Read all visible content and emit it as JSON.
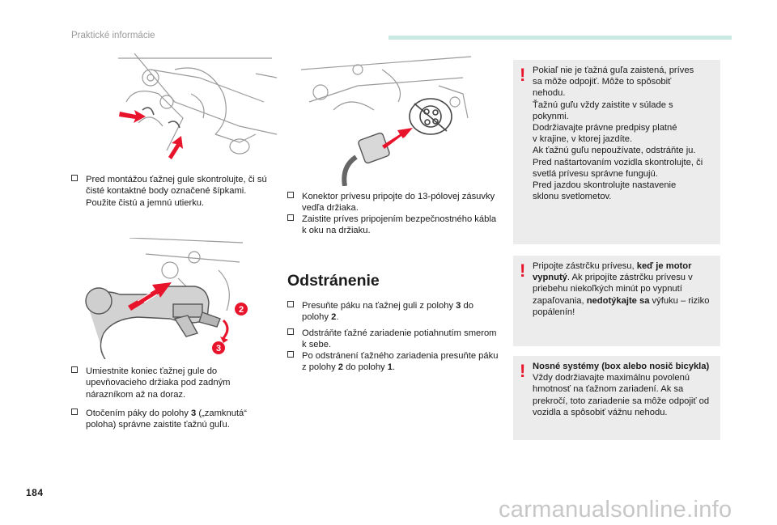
{
  "header": {
    "title": "Praktické informácie"
  },
  "page_number": "184",
  "watermark": "carmanualsonline.info",
  "figure1": {
    "labels": []
  },
  "figure3": {
    "callouts": [
      "2",
      "3"
    ]
  },
  "left_column": {
    "p1": "Pred montážou ťažnej gule skontrolujte, či sú čisté kontaktné body označené šípkami. Použite čistú a jemnú utierku.",
    "p2": "Umiestnite koniec ťažnej gule do upevňovacieho držiaka pod zadným nárazníkom až na doraz.",
    "p3_before": "Otočením páky do polohy ",
    "p3_bold": "3",
    "p3_after": " („zamknutá“ poloha) správne zaistite ťažnú guľu."
  },
  "middle_column": {
    "p1": "Konektor prívesu pripojte do 13-pólovej zásuvky vedľa držiaka.",
    "p2": "Zaistite príves pripojením bezpečnostného kábla k oku na držiaku.",
    "heading": "Odstránenie",
    "p3_before": "Presuňte páku na ťažnej guli z polohy ",
    "p3_b1": "3",
    "p3_mid": " do polohy ",
    "p3_b2": "2",
    "p3_after": ".",
    "p4": "Odstráňte ťažné zariadenie potiahnutím smerom k sebe.",
    "p5_before": "Po odstránení ťažného zariadenia presuňte páku z polohy ",
    "p5_b1": "2",
    "p5_mid": " do polohy ",
    "p5_b2": "1",
    "p5_after": "."
  },
  "warnings": {
    "w1": [
      "Pokiaľ nie je ťažná guľa zaistená, príves",
      "sa môže odpojiť. Môže to spôsobiť",
      "nehodu.",
      "Ťažnú guľu vždy zaistite v súlade s",
      "pokynmi.",
      "Dodržiavajte právne predpisy platné",
      "v krajine, v ktorej jazdíte.",
      "Ak ťažnú guľu nepoužívate, odstráňte ju.",
      "Pred naštartovaním vozidla skontrolujte, či",
      "svetlá prívesu správne fungujú.",
      "Pred jazdou skontrolujte nastavenie",
      "sklonu svetlometov."
    ],
    "w2": {
      "before": "Pripojte zástrčku prívesu, ",
      "bold1": "keď je motor vypnutý",
      "mid": ". Ak pripojíte zástrčku prívesu v priebehu niekoľkých minút po vypnutí zapaľovania, ",
      "bold2": "nedotýkajte sa",
      "after": " výfuku – riziko popálenín!"
    },
    "w3": {
      "title": "Nosné systémy (box alebo nosič bicykla)",
      "text": "Vždy dodržiavajte maximálnu povolenú hmotnosť na ťažnom zariadení. Ak sa prekročí, toto zariadenie sa môže odpojiť od vozidla a spôsobiť vážnu nehodu."
    }
  },
  "colors": {
    "accent_red": "#e8142c",
    "header_rule": "#c9e9e1",
    "warning_bg": "#ececec"
  }
}
